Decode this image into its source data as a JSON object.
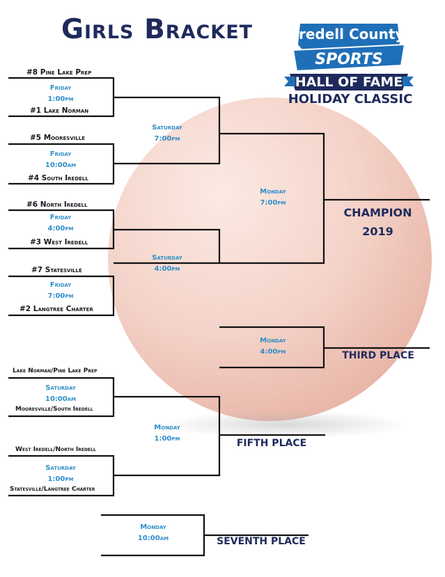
{
  "title": "Girls Bracket",
  "logo": {
    "line1": "Iredell County",
    "line2": "SPORTS",
    "line3": "HALL OF FAME",
    "subtitle": "HOLIDAY CLASSIC",
    "colors": {
      "blue": "#1f6fb8",
      "navy": "#1f2a5c"
    }
  },
  "round1": [
    {
      "top": "#8 Pine Lake Prep",
      "day": "Friday",
      "time": "1:00pm",
      "bottom": "#1 Lake Norman"
    },
    {
      "top": "#5 Mooresville",
      "day": "Friday",
      "time": "10:00am",
      "bottom": "#4 South Iredell"
    },
    {
      "top": "#6  North Iredell",
      "day": "Friday",
      "time": "4:00pm",
      "bottom": "#3 West Iredell"
    },
    {
      "top": "#7 Statesville",
      "day": "Friday",
      "time": "7:00pm",
      "bottom": "#2 Langtree Charter"
    }
  ],
  "semis": [
    {
      "day": "Saturday",
      "time": "7:00pm"
    },
    {
      "day": "Saturday",
      "time": "4:00pm"
    }
  ],
  "final": {
    "day": "Monday",
    "time": "7:00pm",
    "result_line1": "CHAMPION",
    "result_line2": "2019"
  },
  "third": {
    "day": "Monday",
    "time": "4:00pm",
    "result": "THIRD PLACE"
  },
  "consolation": [
    {
      "top": "Lake Norman/Pine Lake Prep",
      "day": "Saturday",
      "time": "10:00am",
      "bottom": "Mooresville/South Iredell"
    },
    {
      "top": "West Iredell/North Iredell",
      "day": "Saturday",
      "time": "1:00pm",
      "bottom": "Statesville/Langtree Charter"
    }
  ],
  "fifth": {
    "day": "Monday",
    "time": "1:00pm",
    "result": "FIFTH PLACE"
  },
  "seventh": {
    "day": "Monday",
    "time": "10:00am",
    "result": "SEVENTH PLACE"
  },
  "colors": {
    "accent": "#2f8ec9",
    "navy": "#1f2a5c",
    "line": "#111111"
  }
}
